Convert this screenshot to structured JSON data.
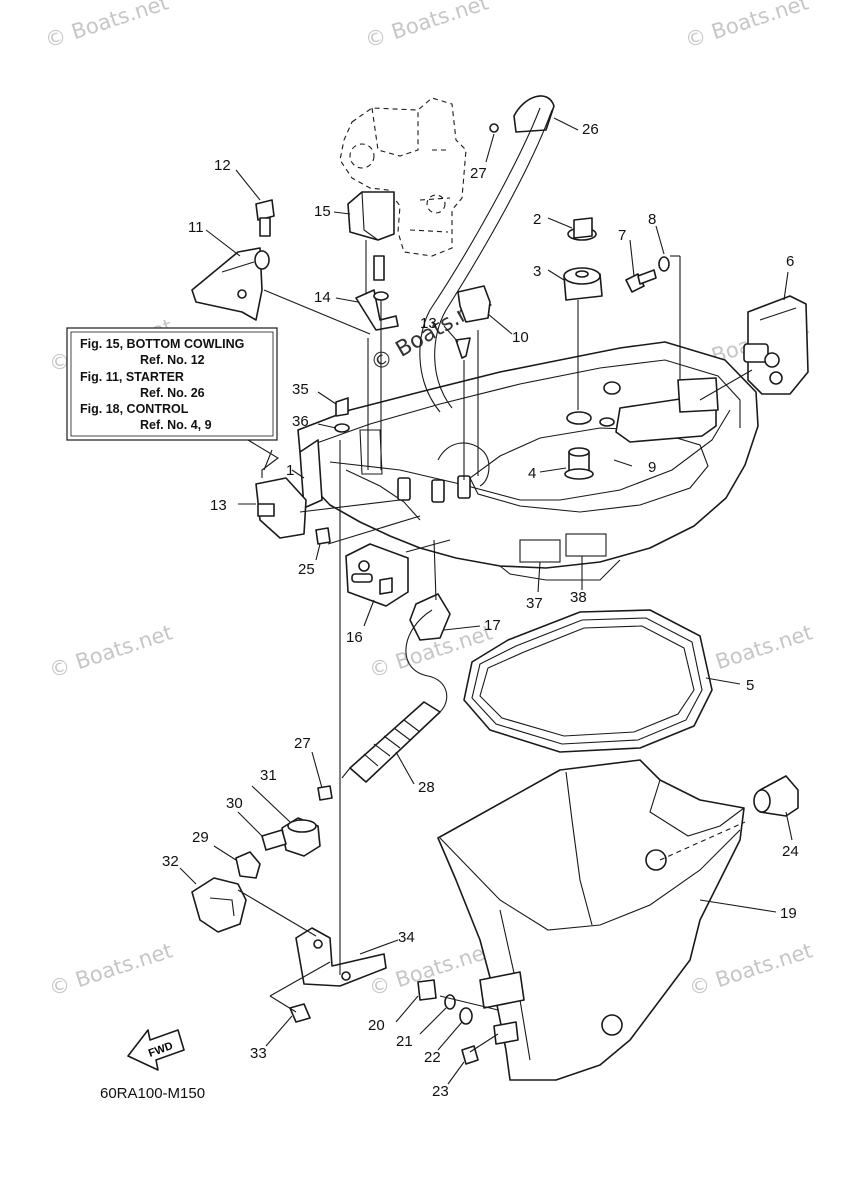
{
  "diagram_code": "60RA100-M150",
  "fwd_label": "FWD",
  "watermark": "© Boats.net",
  "reference_box": [
    {
      "figure": "Fig. 15, BOTTOM COWLING",
      "ref": "Ref. No. 12"
    },
    {
      "figure": "Fig. 11, STARTER",
      "ref": "Ref. No. 26"
    },
    {
      "figure": "Fig. 18, CONTROL",
      "ref": "Ref. No. 4, 9"
    }
  ],
  "callouts": [
    "1",
    "2",
    "3",
    "4",
    "5",
    "6",
    "7",
    "8",
    "9",
    "10",
    "11",
    "12",
    "13",
    "13",
    "14",
    "15",
    "16",
    "17",
    "19",
    "20",
    "21",
    "22",
    "23",
    "24",
    "25",
    "26",
    "27",
    "27",
    "28",
    "29",
    "30",
    "31",
    "32",
    "33",
    "34",
    "35",
    "36",
    "37",
    "38"
  ]
}
